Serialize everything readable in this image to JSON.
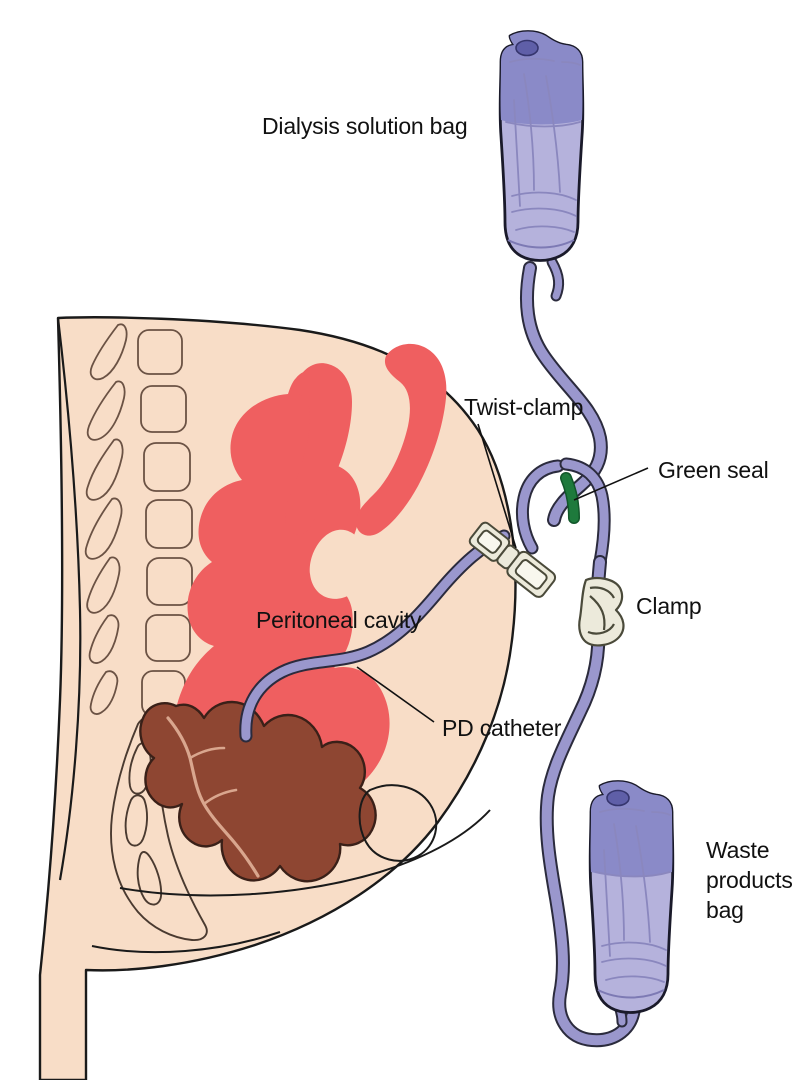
{
  "figure": {
    "title": "Peritoneal dialysis exchange diagram",
    "background_color": "#ffffff"
  },
  "labels": {
    "dialysis_bag": "Dialysis solution bag",
    "twist_clamp": "Twist-clamp",
    "green_seal": "Green seal",
    "clamp": "Clamp",
    "peritoneal_cavity": "Peritoneal cavity",
    "pd_catheter": "PD catheter",
    "waste_bag_line1": "Waste",
    "waste_bag_line2": "products",
    "waste_bag_line3": "bag"
  },
  "colors": {
    "skin": "#f8ddc7",
    "skin_outline": "#1a1a1a",
    "peritoneal_cavity": "#ef5f60",
    "bowel": "#8e4632",
    "bowel_outline": "#3a2018",
    "bone_outline": "#6b5244",
    "tubing": "#9a97cd",
    "tubing_outline": "#2b2b3d",
    "bag_top": "#8a8ac8",
    "bag_body": "#b5b2dc",
    "bag_outline": "#1a1a2a",
    "bag_port": "#5f5fa8",
    "green_seal": "#1e7a3c",
    "clamp_fill": "#eceadb",
    "clamp_outline": "#4a4a3a",
    "label_text": "#111111"
  },
  "parts": [
    {
      "name": "dialysis-solution-bag",
      "label": "Dialysis solution bag"
    },
    {
      "name": "twist-clamp",
      "label": "Twist-clamp"
    },
    {
      "name": "green-seal",
      "label": "Green seal"
    },
    {
      "name": "slide-clamp",
      "label": "Clamp"
    },
    {
      "name": "peritoneal-cavity",
      "label": "Peritoneal cavity"
    },
    {
      "name": "pd-catheter",
      "label": "PD catheter"
    },
    {
      "name": "waste-products-bag",
      "label": "Waste products bag"
    }
  ]
}
